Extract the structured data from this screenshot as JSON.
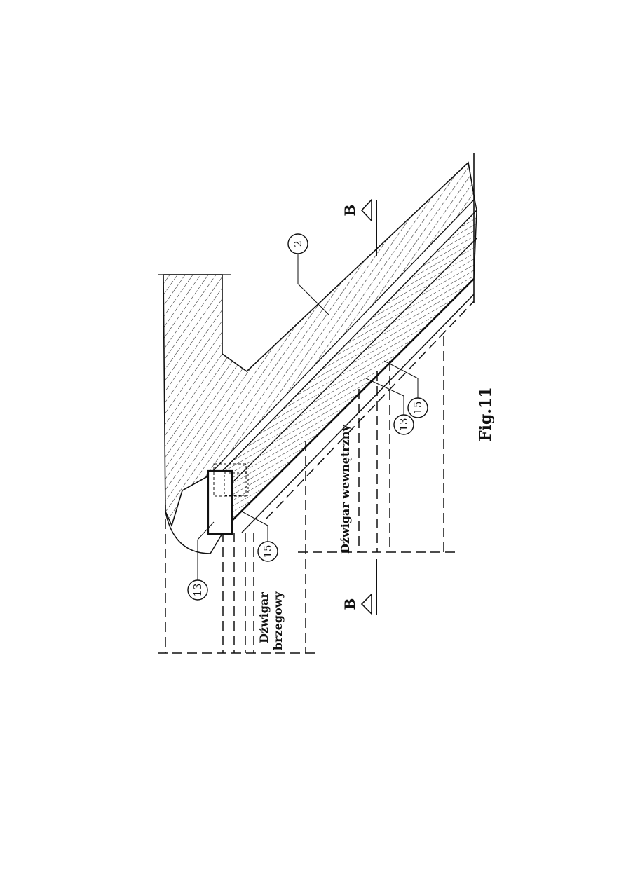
{
  "figure_label": "Fig.11",
  "section_marker": "B",
  "labels": {
    "edge_girder_line1": "Dźwigar",
    "edge_girder_line2": "brzegowy",
    "inner_girder": "Dźwigar wewnętrzny"
  },
  "callouts": {
    "c2": "2",
    "c13a": "13",
    "c15a": "15",
    "c13b": "13",
    "c15b": "15"
  }
}
